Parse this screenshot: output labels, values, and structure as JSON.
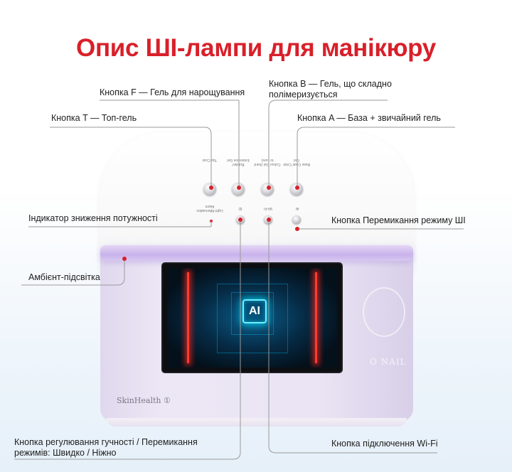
{
  "title": "Опис ШІ-лампи для манікюру",
  "labels": {
    "button_f": "Кнопка F — Гель для нарощування",
    "button_b": "Кнопка B — Гель, що складно полімеризується",
    "button_t": "Кнопка T — Топ-гель",
    "button_a": "Кнопка A — База + звичайний гель",
    "power_indicator": "Індикатор зниження потужності",
    "ai_mode_button": "Кнопка Перемикання режиму ШІ",
    "ambient_light": "Амбієнт-підсвітка",
    "volume_button": "Кнопка регулювання гучності / Перемикання режимів: Швидко / Ніжно",
    "wifi_button": "Кнопка підключення Wi-Fi"
  },
  "device": {
    "brand": "SkinHealth ①",
    "screen_text": "AI",
    "emboss_text": "O NAIL",
    "button_captions": [
      "Top Coat",
      "Builder/ Extension Gel",
      "Colour Gel (hard to cure)",
      "Base Coat/ Color Gel"
    ],
    "lower_captions": [
      "Light Attenuation Alarm",
      "ID",
      "Wi-Fi",
      "AI"
    ]
  },
  "colors": {
    "title": "#d8202a",
    "accent_dot": "#d8202a",
    "ambient": "#c9b2ec",
    "screen_neon": "#ff3b30",
    "screen_glow": "#00dcff"
  }
}
